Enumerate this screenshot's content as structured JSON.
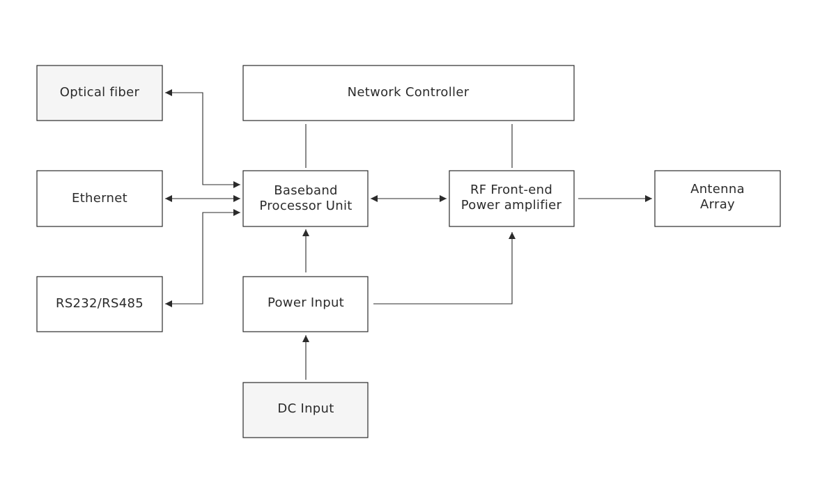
{
  "diagram": {
    "nodes": {
      "optical_fiber": {
        "label": "Optical fiber"
      },
      "ethernet": {
        "label": "Ethernet"
      },
      "rs232": {
        "label": "RS232/RS485"
      },
      "network_controller": {
        "label": "Network Controller"
      },
      "baseband": {
        "line1": "Baseband",
        "line2": "Processor Unit"
      },
      "rf_frontend": {
        "line1": "RF Front-end",
        "line2": "Power amplifier"
      },
      "antenna": {
        "line1": "Antenna",
        "line2": "Array"
      },
      "power_input": {
        "label": "Power Input"
      },
      "dc_input": {
        "label": "DC Input"
      }
    },
    "edges": [
      {
        "from": "baseband",
        "to": "optical_fiber",
        "direction": "bidirectional"
      },
      {
        "from": "baseband",
        "to": "ethernet",
        "direction": "bidirectional"
      },
      {
        "from": "baseband",
        "to": "rs232",
        "direction": "bidirectional"
      },
      {
        "from": "network_controller",
        "to": "baseband",
        "direction": "none"
      },
      {
        "from": "network_controller",
        "to": "rf_frontend",
        "direction": "none"
      },
      {
        "from": "baseband",
        "to": "rf_frontend",
        "direction": "bidirectional"
      },
      {
        "from": "rf_frontend",
        "to": "antenna",
        "direction": "forward"
      },
      {
        "from": "power_input",
        "to": "baseband",
        "direction": "forward"
      },
      {
        "from": "power_input",
        "to": "rf_frontend",
        "direction": "forward"
      },
      {
        "from": "dc_input",
        "to": "power_input",
        "direction": "forward"
      }
    ]
  }
}
